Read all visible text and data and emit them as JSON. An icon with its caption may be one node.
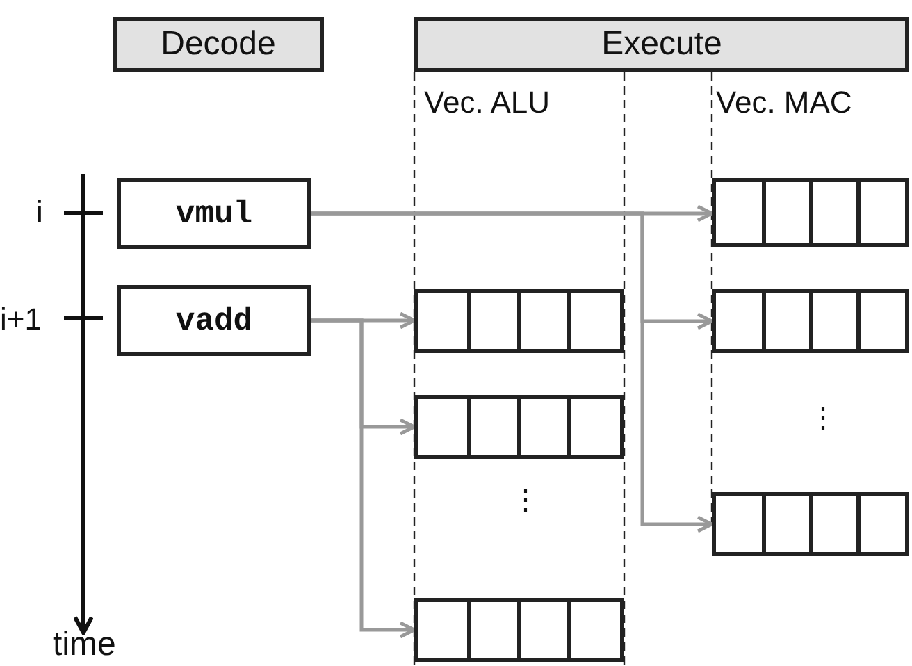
{
  "diagram": {
    "nodes": [
      {
        "text": [
          "Decode"
        ]
      },
      {
        "text": [
          "Execute"
        ]
      },
      {
        "text": [
          "vmul"
        ]
      },
      {
        "text": [
          "vadd"
        ]
      },
      {
        "text": [],
        "shape": "box"
      },
      {
        "text": [],
        "shape": "box"
      },
      {
        "text": [],
        "shape": "box"
      },
      {
        "text": [],
        "shape": "box"
      },
      {
        "text": [],
        "shape": "box"
      },
      {
        "text": [],
        "shape": "box"
      }
    ],
    "edges": [
      {
        "from": 2,
        "to": 7,
        "arrow": "to"
      },
      {
        "from": 2,
        "to": 8,
        "arrow": "to"
      },
      {
        "from": 2,
        "to": 9,
        "arrow": "to"
      },
      {
        "from": 3,
        "to": 4,
        "arrow": "to"
      },
      {
        "from": 3,
        "to": 5,
        "arrow": "to"
      },
      {
        "from": 3,
        "to": 6,
        "arrow": "to"
      }
    ],
    "labels": [
      "Vec. ALU",
      "Vec. MAC",
      "i",
      "i+1",
      "⋮",
      "⋮",
      "time"
    ]
  }
}
